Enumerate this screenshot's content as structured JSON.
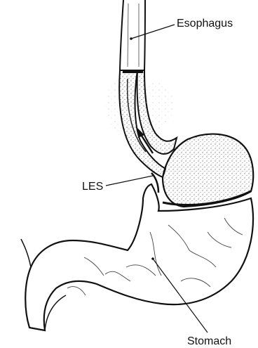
{
  "labels": {
    "esophagus": "Esophagus",
    "les": "LES",
    "stomach": "Stomach"
  },
  "colors": {
    "ink": "#111111",
    "paper": "#ffffff",
    "stipple": "#555555"
  }
}
